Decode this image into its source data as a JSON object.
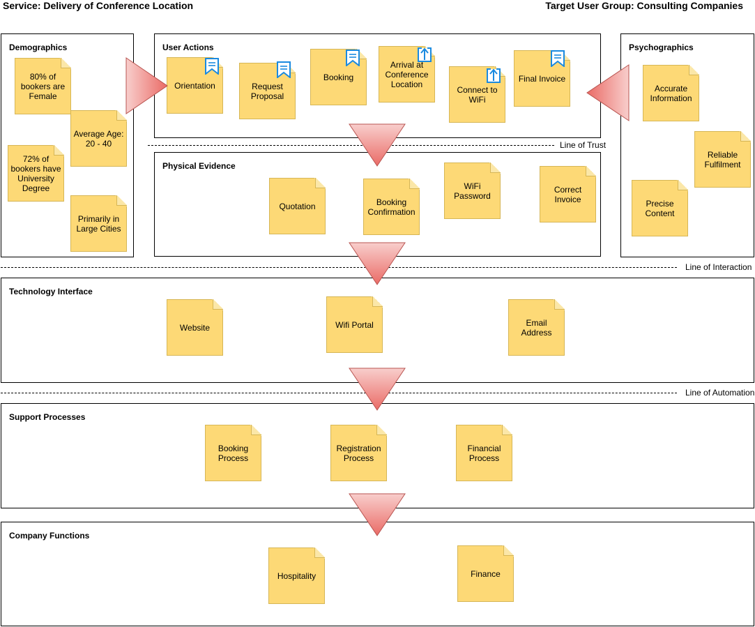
{
  "header": {
    "service": "Service: Delivery of Conference Location",
    "target_group": "Target User Group: Consulting Companies"
  },
  "colors": {
    "note_fill": "#fdd976",
    "note_border": "#d6b656",
    "arrow_light": "#f8cecc",
    "arrow_dark": "#ea6b66"
  },
  "demographics": {
    "label": "Demographics",
    "notes": [
      "80% of bookers are Female",
      "Average Age: 20 - 40",
      "72% of bookers have University Degree",
      "Primarily in Large Cities"
    ]
  },
  "user_actions": {
    "label": "User Actions",
    "notes": [
      "Orientation",
      "Request Proposal",
      "Booking",
      "Arrival at Conference Location",
      "Connect to WiFi",
      "Final Invoice"
    ],
    "icons": [
      "bookmark-icon",
      "bookmark-icon",
      "bookmark-icon",
      "upload-icon",
      "upload-icon",
      "bookmark-icon"
    ]
  },
  "psychographics": {
    "label": "Psychographics",
    "notes": [
      "Accurate Information",
      "Reliable Fulfilment",
      "Precise Content"
    ]
  },
  "lines": {
    "trust": "Line of Trust",
    "interaction": "Line of Interaction",
    "automation": "Line of Automation"
  },
  "physical_evidence": {
    "label": "Physical Evidence",
    "notes": [
      "Quotation",
      "Booking Confirmation",
      "WiFi Password",
      "Correct Invoice"
    ]
  },
  "technology_interface": {
    "label": "Technology Interface",
    "notes": [
      "Website",
      "Wifi Portal",
      "Email Address"
    ]
  },
  "support_processes": {
    "label": "Support Processes",
    "notes": [
      "Booking Process",
      "Registration Process",
      "Financial Process"
    ]
  },
  "company_functions": {
    "label": "Company Functions",
    "notes": [
      "Hospitality",
      "Finance"
    ]
  }
}
